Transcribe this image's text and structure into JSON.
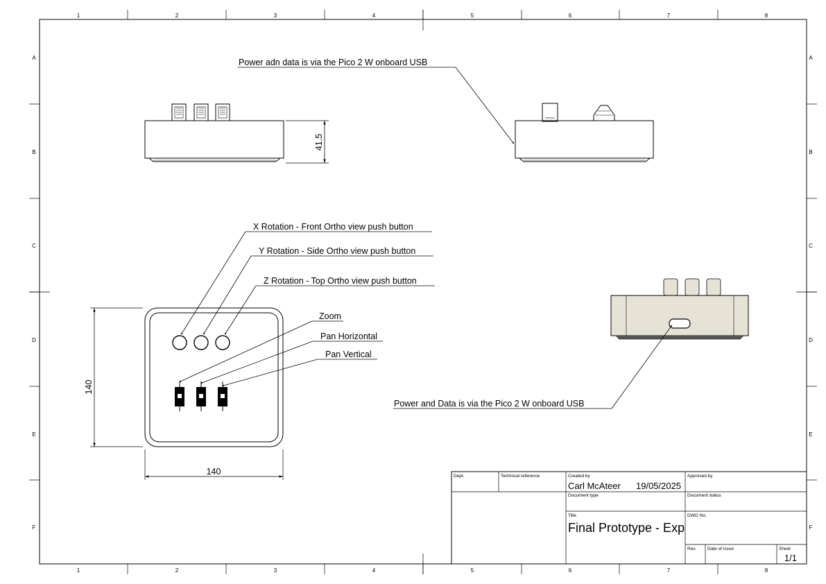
{
  "frame": {
    "col_labels": [
      "1",
      "2",
      "3",
      "4",
      "5",
      "6",
      "7",
      "8"
    ],
    "row_labels": [
      "A",
      "B",
      "C",
      "D",
      "E",
      "F"
    ]
  },
  "views": {
    "side_dimension": "41.5",
    "top_width": "140",
    "top_height": "140"
  },
  "annotations": {
    "power_top": "Power adn data is via the Pico 2 W onboard USB",
    "x_rotation": "X Rotation - Front Ortho view push button",
    "y_rotation": "Y Rotation - Side Ortho view push button",
    "z_rotation": "Z Rotation - Top Ortho view push button",
    "zoom": "Zoom",
    "pan_horizontal": "Pan Horizontal",
    "pan_vertical": "Pan Vertical",
    "power_bottom": "Power and Data is via the Pico 2 W onboard USB"
  },
  "title_block": {
    "dept_label": "Dept.",
    "technical_reference_label": "Technical reference",
    "created_by_label": "Created by",
    "created_by": "Carl McAteer",
    "created_date": "19/05/2025",
    "approved_by_label": "Approved by",
    "document_type_label": "Document type",
    "document_status_label": "Document status",
    "title_label": "Title",
    "title": "Final Prototype - Exp",
    "dwg_no_label": "DWG No.",
    "rev_label": "Rev.",
    "date_of_issue_label": "Date of issue",
    "sheet_label": "Sheet",
    "sheet": "1/1"
  },
  "colors": {
    "line": "#000000",
    "shaded_body": "#e6e3d6",
    "shaded_edge": "#8a877c"
  }
}
